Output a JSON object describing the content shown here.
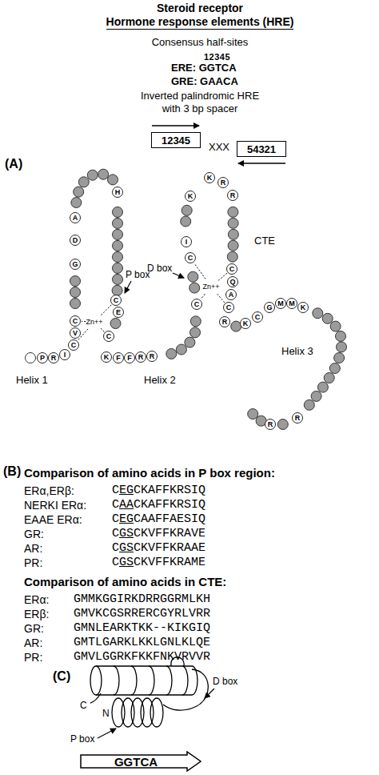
{
  "diagram": {
    "title": "Steroid receptor",
    "nodes": [
      {
        "text": [
          "12345"
        ]
      },
      {
        "text": [
          "54321"
        ]
      },
      {
        "text": [
          "P"
        ]
      },
      {
        "text": [
          "R"
        ]
      },
      {
        "text": [
          "I"
        ]
      },
      {
        "text": [
          "C"
        ]
      },
      {
        "text": [
          "V"
        ]
      },
      {
        "text": [
          "C"
        ]
      },
      {
        "text": [
          "G"
        ]
      },
      {
        "text": [
          "D"
        ]
      },
      {
        "text": [
          "A"
        ]
      },
      {
        "text": [
          "H"
        ]
      },
      {
        "text": [
          "C"
        ]
      },
      {
        "text": [
          "E"
        ]
      },
      {
        "text": [
          "C"
        ]
      },
      {
        "text": [
          "K"
        ]
      },
      {
        "text": [
          "F"
        ]
      },
      {
        "text": [
          "F"
        ]
      },
      {
        "text": [
          "R"
        ]
      },
      {
        "text": [
          "R"
        ]
      },
      {
        "text": [
          "C"
        ]
      },
      {
        "text": [
          "C"
        ]
      },
      {
        "text": [
          "I"
        ]
      },
      {
        "text": [
          "K"
        ]
      },
      {
        "text": [
          "K"
        ]
      },
      {
        "text": [
          "R"
        ]
      },
      {
        "text": [
          "R"
        ]
      },
      {
        "text": [
          "C"
        ]
      },
      {
        "text": [
          "Q"
        ]
      },
      {
        "text": [
          "A"
        ]
      },
      {
        "text": [
          "C"
        ]
      },
      {
        "text": [
          "R"
        ]
      },
      {
        "text": [
          "K"
        ]
      },
      {
        "text": [
          "C"
        ]
      },
      {
        "text": [
          "G"
        ]
      },
      {
        "text": [
          "M"
        ]
      },
      {
        "text": [
          "M"
        ]
      },
      {
        "text": [
          "K"
        ]
      },
      {
        "text": [
          "R"
        ]
      },
      {
        "text": [
          "R"
        ]
      },
      {
        "text": [
          "GGTCA"
        ]
      }
    ],
    "labels": [
      "Hormone response elements (HRE)",
      "Consensus half-sites",
      "12345",
      "ERE: GGTCA",
      "GRE: GAACA",
      "Inverted palindromic HRE with 3 bp spacer",
      "XXX",
      "(A)",
      "P box",
      "Zn++",
      "D box",
      "Zn++",
      "CTE",
      "Helix 1",
      "Helix 2",
      "Helix 3",
      "(B)",
      "Comparison of amino acids in P box region:",
      "ERα,ERβ:",
      "C",
      "EG",
      "CKAFFKRSIQ",
      "NERKI ERα:",
      "C",
      "AA",
      "CKAFFKRSIQ",
      "EAAE ERα:",
      "C",
      "EG",
      "CAAFFAESIQ",
      "GR:",
      "C",
      "GS",
      "CKVFFKRAVE",
      "AR:",
      "C",
      "GS",
      "CKVFFKRAAE",
      "PR:",
      "C",
      "GS",
      "CKVFFKRAME",
      "Comparison of amino acids in CTE:",
      "ERα:",
      "GMMKGGIRKDRRGGRMLKH",
      "ERβ:",
      "GMVKCGSRRERCGYRLVRR",
      "GR:",
      "GMNLEARKTKK--KIKGIQ",
      "AR:",
      "GMTLGARKLKKLGNLKLQE",
      "PR:",
      "GMVLGGRKFKKFNKVRVVR",
      "(C)",
      "C",
      "N",
      "D box",
      "P box"
    ]
  }
}
